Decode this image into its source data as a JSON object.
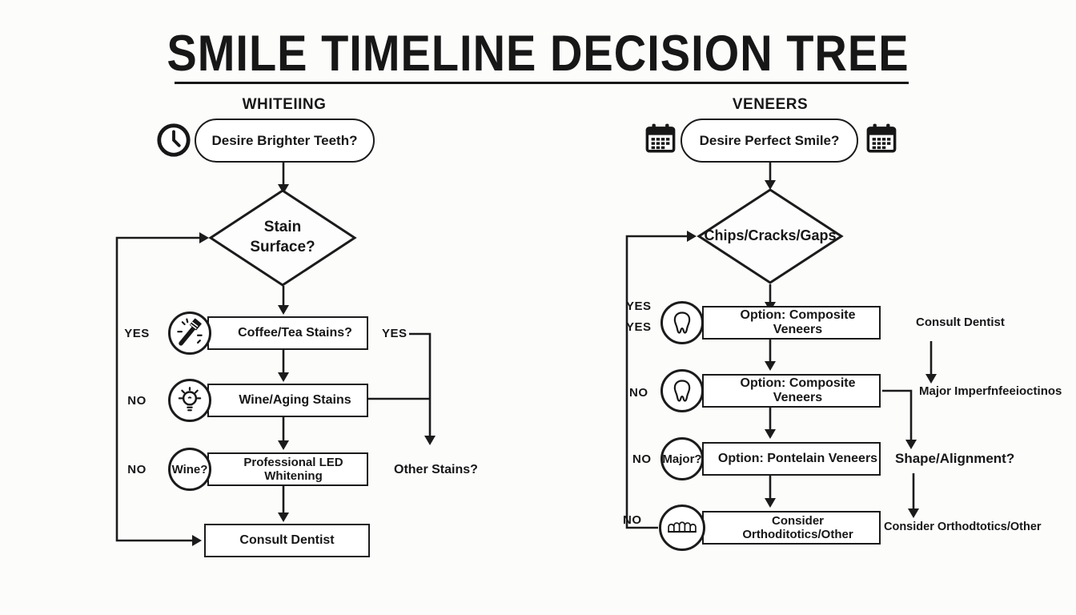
{
  "colors": {
    "ink": "#171717",
    "background": "#fcfcfb"
  },
  "title": {
    "text": "SMILE TIMELINE DECISION TREE"
  },
  "icons": {
    "whitening_start": "clock-icon",
    "veneers_start_left": "calendar-icon",
    "veneers_start_right": "calendar-icon",
    "whitening_row1": "toothbrush-sparkle-icon",
    "whitening_row2": "lightbulb-icon",
    "veneers_row1": "tooth-icon",
    "veneers_row2": "tooth-icon",
    "veneers_row4": "teeth-row-icon"
  },
  "whitening": {
    "header": "WHITEIING",
    "start": "Desire Brighter Teeth?",
    "decision_line1": "Stain",
    "decision_line2": "Surface?",
    "rows": [
      {
        "label": "YES",
        "text": "Coffee/Tea Stains?"
      },
      {
        "label": "NO",
        "text": "Wine/Aging Stains"
      },
      {
        "label": "NO",
        "circle_text": "Wine?",
        "text": "Professional LED Whitening"
      }
    ],
    "end_box": "Consult Dentist",
    "branch_label": "YES",
    "branch_end": "Other Stains?"
  },
  "veneers": {
    "header": "VENEERS",
    "start": "Desire Perfect Smile?",
    "decision": "Chips/Cracks/Gaps",
    "rows": [
      {
        "label": "YES",
        "label2": "YES",
        "text": "Option: Composite Veneers"
      },
      {
        "label": "NO",
        "text": "Option: Composite Veneers"
      },
      {
        "label": "NO",
        "circle_text": "Major?",
        "text": "Option: Pontelain Veneers"
      },
      {
        "label": "NO",
        "text": "Consider Orthoditotics/Other"
      }
    ],
    "side": [
      "Consult Dentist",
      "Major Imperfnfeeioctinos",
      "Shape/Alignment?",
      "Consider Orthodtotics/Other"
    ]
  }
}
